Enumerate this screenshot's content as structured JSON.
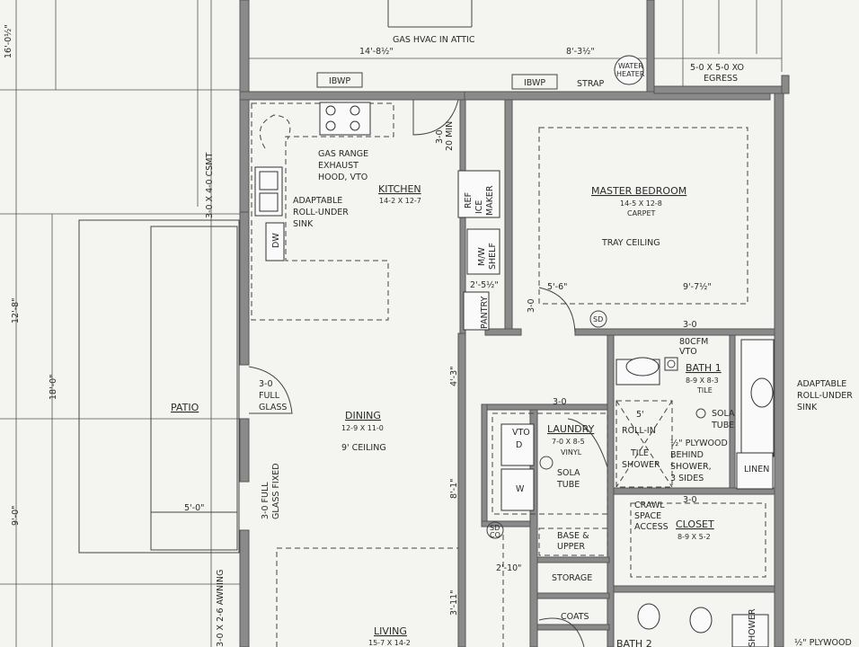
{
  "labels": {
    "dim_16_0": "16'-0½\"",
    "dim_12_8": "12'-8\"",
    "dim_18_0": "18'-0\"",
    "dim_9_0": "9'-0\"",
    "dim_14_8": "14'-8½\"",
    "dim_8_3": "8'-3½\"",
    "gas_hvac": "GAS HVAC IN ATTIC",
    "ibwp_left": "IBWP",
    "ibwp_right": "IBWP",
    "strap": "STRAP",
    "water_heater_1": "WATER",
    "water_heater_2": "HEATER",
    "egress_1": "5-0 X 5-0 XO",
    "egress_2": "EGRESS",
    "casement": "3-0 X 4-0 CSMT",
    "door_20min_1": "3-0",
    "door_20min_2": "20 MIN",
    "gas_range_1": "GAS RANGE",
    "gas_range_2": "EXHAUST",
    "gas_range_3": "HOOD, VTO",
    "kitchen_title": "KITCHEN",
    "kitchen_dims": "14-2 X 12-7",
    "adaptable_sink_1": "ADAPTABLE",
    "adaptable_sink_2": "ROLL-UNDER",
    "adaptable_sink_3": "SINK",
    "dw": "DW",
    "ref": "REF",
    "ice_maker_1": "ICE",
    "ice_maker_2": "MAKER",
    "mw_shelf_1": "M/W",
    "mw_shelf_2": "SHELF",
    "dim_2_5": "2'-5½\"",
    "pantry": "PANTRY",
    "door_3_0_pantry": "3-0",
    "dim_5_6": "5'-6\"",
    "sd": "SD",
    "master_title": "MASTER BEDROOM",
    "master_dims": "14-5 X 12-8",
    "carpet": "CARPET",
    "tray_ceiling": "TRAY CEILING",
    "dim_9_7": "9'-7½\"",
    "bath_door": "3-0",
    "cfm_1": "80CFM",
    "cfm_2": "VTO",
    "bath1_title": "BATH 1",
    "bath1_dims": "8-9 X 8-3",
    "tile": "TILE",
    "sola_tube_bath_1": "SOLA",
    "sola_tube_bath_2": "TUBE",
    "adaptable_right_1": "ADAPTABLE",
    "adaptable_right_2": "ROLL-UNDER",
    "adaptable_right_3": "SINK",
    "dim_4_3": "4'-3\"",
    "laundry_door": "3-0",
    "patio_door_1": "3-0",
    "patio_door_2": "FULL",
    "patio_door_3": "GLASS",
    "patio": "PATIO",
    "dining_title": "DINING",
    "dining_dims": "12-9 X 11-0",
    "ceiling_9": "9' CEILING",
    "laundry_title": "LAUNDRY",
    "laundry_dims": "7-0 X 8-5",
    "vinyl": "VINYL",
    "vto": "VTO",
    "d": "D",
    "w": "W",
    "sola_tube_laundry_1": "SOLA",
    "sola_tube_laundry_2": "TUBE",
    "roll_in_1": "5'",
    "roll_in_2": "ROLL-IN",
    "roll_in_3": "TILE",
    "roll_in_4": "SHOWER",
    "plywood_1": "½\" PLYWOOD",
    "plywood_2": "BEHIND",
    "plywood_3": "SHOWER,",
    "plywood_4": "3 SIDES",
    "linen": "LINEN",
    "glass_fixed_1": "3-0 FULL",
    "glass_fixed_2": "GLASS FIXED",
    "dim_8_1": "8'-1\"",
    "closet_door": "3-0",
    "crawl_1": "CRAWL",
    "crawl_2": "SPACE",
    "crawl_3": "ACCESS",
    "closet_title": "CLOSET",
    "closet_dims": "8-9 X 5-2",
    "dim_5_0": "5'-0\"",
    "base_upper_1": "BASE &",
    "base_upper_2": "UPPER",
    "sd_co_1": "SD",
    "sd_co_2": "CO",
    "dim_2_10": "2'-10\"",
    "storage": "STORAGE",
    "awning": "3-0 X 2-6 AWNING",
    "dim_3_11": "3'-11\"",
    "coats": "COATS",
    "living_title": "LIVING",
    "living_dims": "15-7 X 14-2",
    "bath2_title": "BATH 2",
    "shower": "SHOWER",
    "plywood_bottom": "½\" PLYWOOD"
  }
}
